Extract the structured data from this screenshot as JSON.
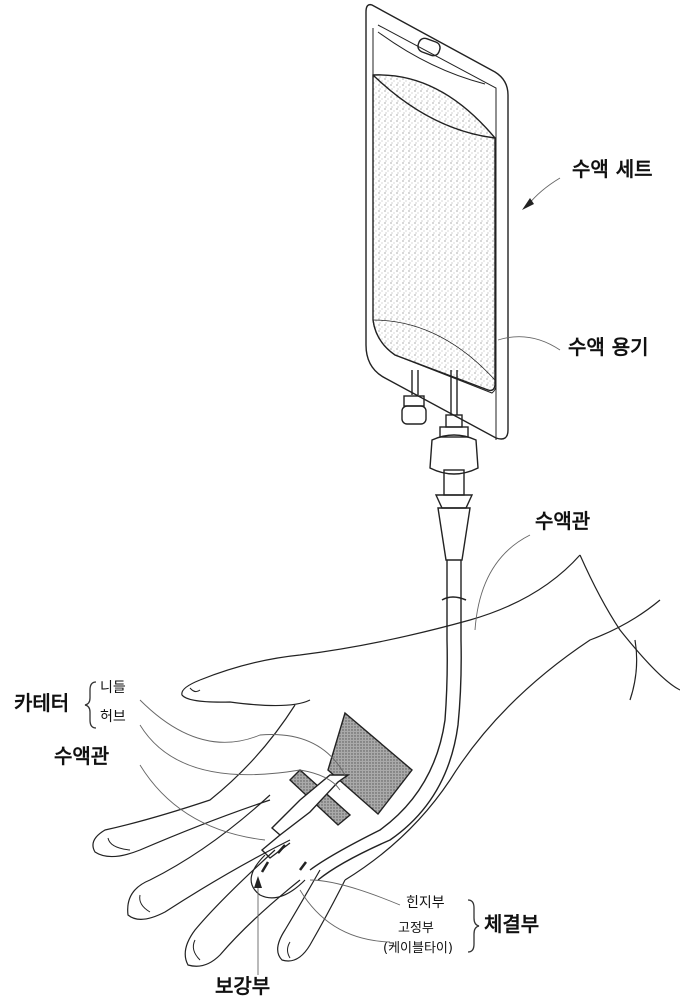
{
  "labels": {
    "infusion_set": "수액 세트",
    "infusion_container": "수액 용기",
    "infusion_tube_top": "수액관",
    "catheter": "카테터",
    "needle": "니들",
    "hub": "허브",
    "infusion_tube_left": "수액관",
    "hinge": "힌지부",
    "fixing": "고정부",
    "cable_tie": "(케이블타이)",
    "fastening": "체결부",
    "reinforcement": "보강부"
  },
  "colors": {
    "line": "#222222",
    "leader": "#666666",
    "fill_pattern": "#888888"
  }
}
